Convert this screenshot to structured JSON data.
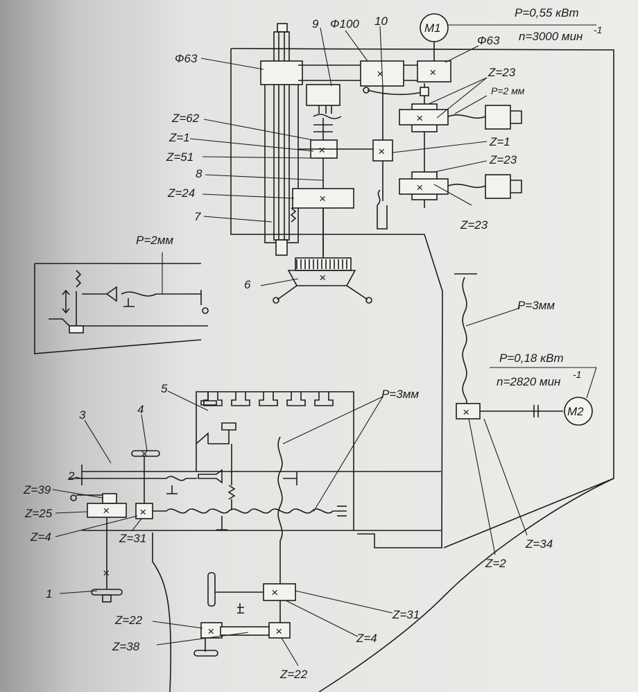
{
  "motors": {
    "m1": {
      "name": "M1",
      "power": "P=0,55 кВт",
      "speed": "n=3000 мин",
      "speed_exp": "-1"
    },
    "m2": {
      "name": "M2",
      "power": "P=0,18 кВт",
      "speed": "n=2820 мин",
      "speed_exp": "-1"
    }
  },
  "top_labels": {
    "phi63_left": "Ф63",
    "phi100": "Ф100",
    "phi63_right": "Ф63",
    "n9": "9",
    "n10": "10",
    "z23_a": "Z=23",
    "p2_small": "P=2 мм",
    "z62": "Z=62",
    "z1_left": "Z=1",
    "z51": "Z=51",
    "n8": "8",
    "z24": "Z=24",
    "n7": "7",
    "z1_right": "Z=1",
    "z23_b": "Z=23",
    "z23_c": "Z=23",
    "n6": "6"
  },
  "mid_labels": {
    "p2mm": "P=2мм",
    "p3mm_right": "P=3мм",
    "n5": "5",
    "p3mm_center": "P=3мм",
    "n3": "3",
    "n4": "4"
  },
  "bottom_labels": {
    "n2": "2",
    "z39": "Z=39",
    "z25": "Z=25",
    "z4_left": "Z=4",
    "z31_left": "Z=31",
    "n1": "1",
    "z22_left": "Z=22",
    "z38": "Z=38",
    "z31_bottom": "Z=31",
    "z4_bottom": "Z=4",
    "z22_bottom": "Z=22",
    "z2": "Z=2",
    "z34": "Z=34"
  }
}
